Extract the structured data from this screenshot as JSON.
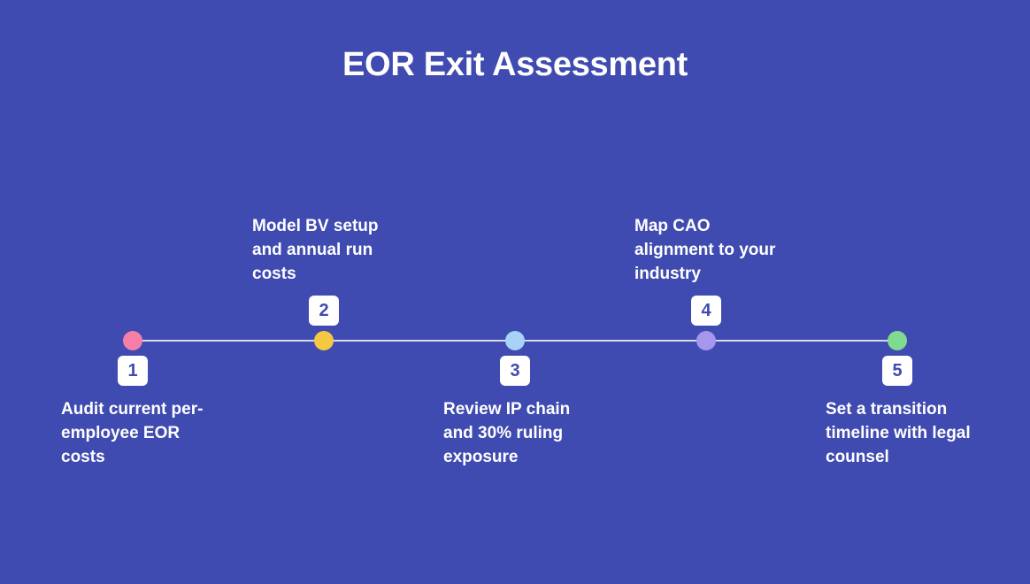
{
  "title": "EOR Exit Assessment",
  "colors": {
    "background": "#3f4bb0",
    "line": "#d6daf5",
    "badge_bg": "#ffffff",
    "badge_text": "#3f4bb0"
  },
  "steps": [
    {
      "number": "1",
      "text": "Audit current per-employee EOR costs",
      "dot_color": "#f57fa8",
      "position": "below"
    },
    {
      "number": "2",
      "text": "Model BV setup and annual run costs",
      "dot_color": "#f5c842",
      "position": "above"
    },
    {
      "number": "3",
      "text": "Review IP chain and 30% ruling exposure",
      "dot_color": "#a9d2f7",
      "position": "below"
    },
    {
      "number": "4",
      "text": "Map CAO alignment to your industry",
      "dot_color": "#a696ee",
      "position": "above"
    },
    {
      "number": "5",
      "text": "Set a transition timeline with legal counsel",
      "dot_color": "#7fdb8f",
      "position": "below"
    }
  ]
}
